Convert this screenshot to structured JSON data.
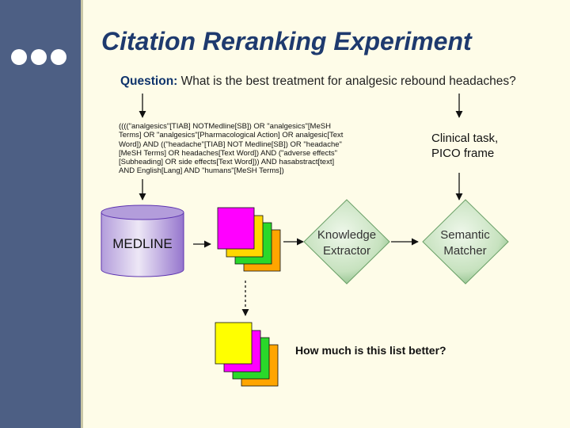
{
  "slide": {
    "title": "Citation Reranking Experiment",
    "question_label": "Question:",
    "question_text": " What is the best treatment for analgesic rebound headaches?",
    "query": "((((\"analgesics\"[TIAB] NOTMedline[SB]) OR \"analgesics\"[MeSH Terms] OR \"analgesics\"[Pharmacological Action] OR analgesic[Text Word]) AND ((\"headache\"[TIAB] NOT Medline[SB]) OR \"headache\"[MeSH Terms] OR headaches[Text Word]) AND (\"adverse effects\"[Subheading] OR side effects[Text Word])) AND hasabstract[text] AND English[Lang] AND \"humans\"[MeSH Terms])",
    "clinical_task": "Clinical task,",
    "pico_frame": "PICO frame",
    "database": "MEDLINE",
    "knowledge_extractor": "Knowledge Extractor",
    "semantic_matcher": "Semantic Matcher",
    "closing_question": "How much is this list better?"
  },
  "colors": {
    "sidebar": "#4d5f84",
    "title": "#1e3a6e",
    "database": "#a78bd4",
    "diamond": "#8fc38f",
    "card_magenta": "#ff00ff",
    "card_yellow": "#ffd700",
    "card_orange": "#ffa500",
    "card_green": "#22dd22"
  }
}
